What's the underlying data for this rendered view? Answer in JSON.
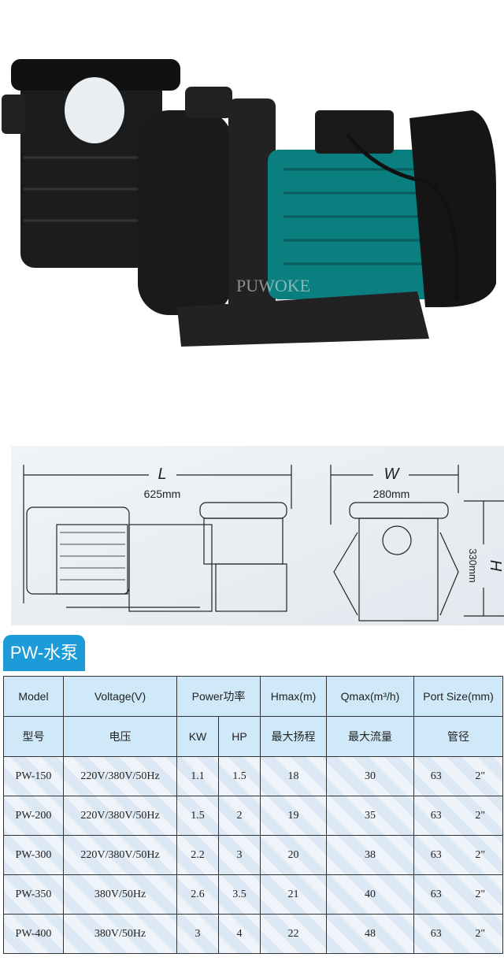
{
  "photo": {
    "brand_watermark": "PUWOKE"
  },
  "drawing": {
    "length_label": "L",
    "length_value": "625mm",
    "width_label": "W",
    "width_value": "280mm",
    "height_label": "H",
    "height_value": "330mm"
  },
  "section_title": "PW-水泵",
  "table": {
    "header_en": {
      "model": "Model",
      "voltage": "Voltage(V)",
      "power": "Power功率",
      "hmax": "Hmax(m)",
      "qmax": "Qmax(m³/h)",
      "port": "Port Size(mm)"
    },
    "header_cn": {
      "model": "型号",
      "voltage": "电压",
      "kw": "KW",
      "hp": "HP",
      "hmax": "最大扬程",
      "qmax": "最大流量",
      "port": "管径"
    },
    "rows": [
      {
        "model": "PW-150",
        "voltage": "220V/380V/50Hz",
        "kw": "1.1",
        "hp": "1.5",
        "hmax": "18",
        "qmax": "30",
        "port_mm": "63",
        "port_in": "2\""
      },
      {
        "model": "PW-200",
        "voltage": "220V/380V/50Hz",
        "kw": "1.5",
        "hp": "2",
        "hmax": "19",
        "qmax": "35",
        "port_mm": "63",
        "port_in": "2\""
      },
      {
        "model": "PW-300",
        "voltage": "220V/380V/50Hz",
        "kw": "2.2",
        "hp": "3",
        "hmax": "20",
        "qmax": "38",
        "port_mm": "63",
        "port_in": "2\""
      },
      {
        "model": "PW-350",
        "voltage": "380V/50Hz",
        "kw": "2.6",
        "hp": "3.5",
        "hmax": "21",
        "qmax": "40",
        "port_mm": "63",
        "port_in": "2\""
      },
      {
        "model": "PW-400",
        "voltage": "380V/50Hz",
        "kw": "3",
        "hp": "4",
        "hmax": "22",
        "qmax": "48",
        "port_mm": "63",
        "port_in": "2\""
      }
    ]
  }
}
